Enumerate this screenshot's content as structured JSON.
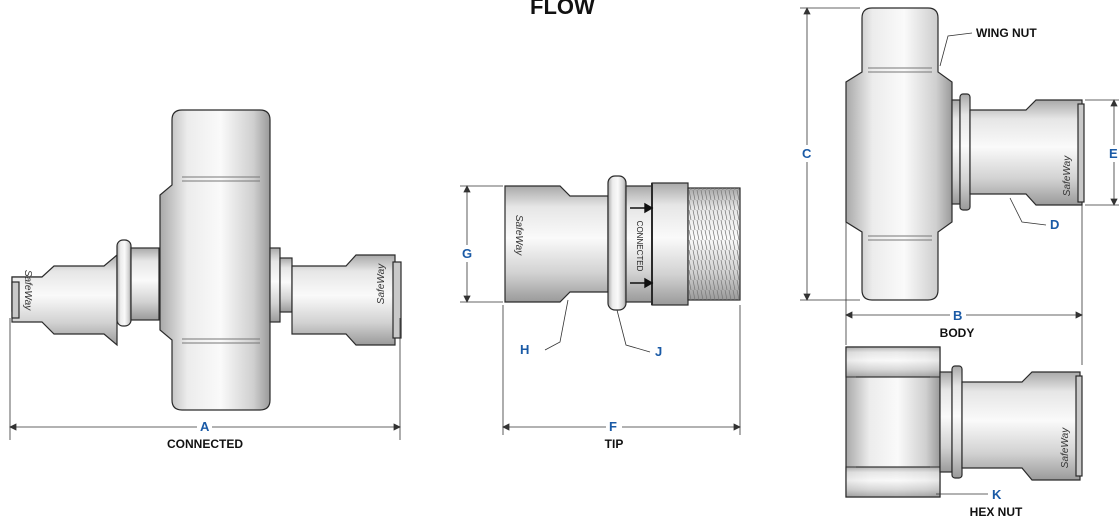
{
  "title": "FLOW",
  "brand": "SafeWay",
  "connected_mark": "CONNECTED",
  "callouts": {
    "wing_nut": "WING NUT",
    "hex_nut_caption": "HEX NUT",
    "body_caption": "BODY",
    "connected_caption": "CONNECTED",
    "tip_caption": "TIP"
  },
  "dimensions": {
    "A": "A",
    "B": "B",
    "C": "C",
    "D": "D",
    "E": "E",
    "F": "F",
    "G": "G",
    "H": "H",
    "J": "J",
    "K": "K"
  },
  "colors": {
    "metal_light": "#f4f4f4",
    "metal_mid": "#c9c9c9",
    "metal_dark": "#8c8c8c",
    "outline": "#2a2a2a",
    "dimension_blue": "#1a5aa6"
  }
}
